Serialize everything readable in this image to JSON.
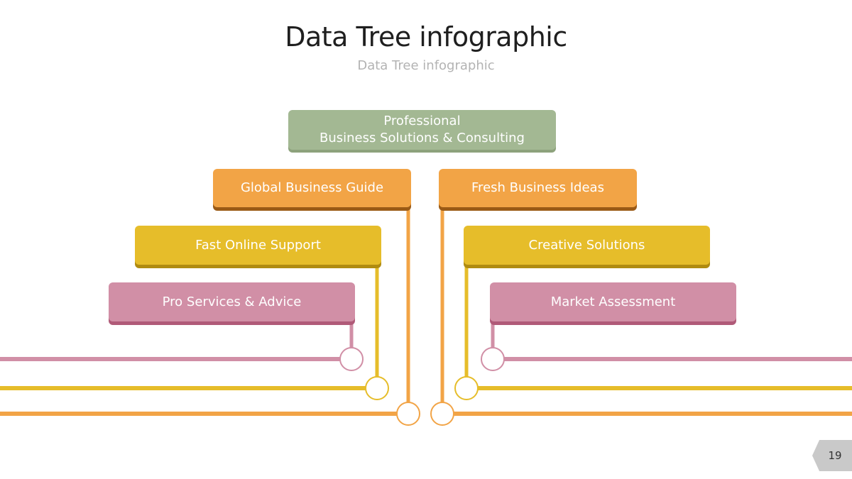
{
  "title": "Data Tree infographic",
  "subtitle": "Data Tree infographic",
  "page_number": "19",
  "colors": {
    "green": "#a3b893",
    "green_shadow": "#8da27c",
    "orange": "#f2a446",
    "orange_shadow": "#9a5a16",
    "yellow": "#e6bd2a",
    "yellow_shadow": "#b08b10",
    "pink": "#d18fa6",
    "pink_shadow": "#b05a78",
    "background": "#ffffff",
    "page_tag": "#c9c9c9"
  },
  "root": {
    "label": "Professional\nBusiness Solutions & Consulting",
    "color": "green"
  },
  "left_branches": [
    {
      "label": "Global Business Guide",
      "color": "orange"
    },
    {
      "label": "Fast Online Support",
      "color": "yellow"
    },
    {
      "label": "Pro Services & Advice",
      "color": "pink"
    }
  ],
  "right_branches": [
    {
      "label": "Fresh Business Ideas",
      "color": "orange"
    },
    {
      "label": "Creative Solutions",
      "color": "yellow"
    },
    {
      "label": "Market Assessment",
      "color": "pink"
    }
  ]
}
